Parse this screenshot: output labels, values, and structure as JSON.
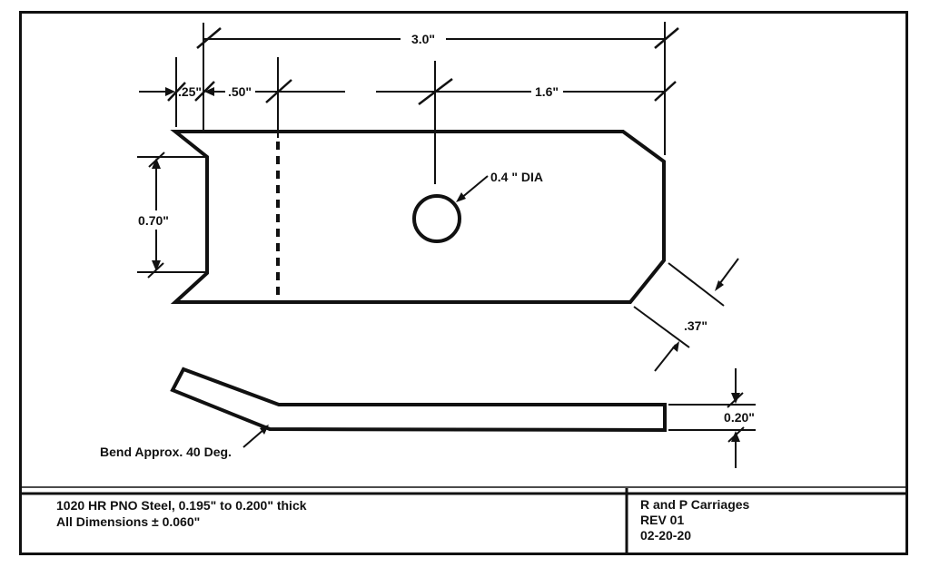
{
  "document": {
    "type": "engineering-drawing",
    "background": "#ffffff",
    "line_color": "#111111"
  },
  "top_view": {
    "dim_overall_width": "3.0\"",
    "dim_end_offset": ".25\"",
    "dim_bend_offset": ".50\"",
    "dim_hole_from_right": "1.6\"",
    "dim_left_height": "0.70\"",
    "hole_callout": "0.4 \" DIA",
    "dim_corner_chamfer": ".37\""
  },
  "side_view": {
    "dim_thickness": "0.20\"",
    "bend_note": "Bend Approx. 40 Deg."
  },
  "title_block": {
    "material_line1": "1020 HR PNO Steel, 0.195\" to 0.200\" thick",
    "material_line2": "All Dimensions ± 0.060\"",
    "company": "R and P Carriages",
    "revision": "REV 01",
    "date": "02-20-20"
  }
}
